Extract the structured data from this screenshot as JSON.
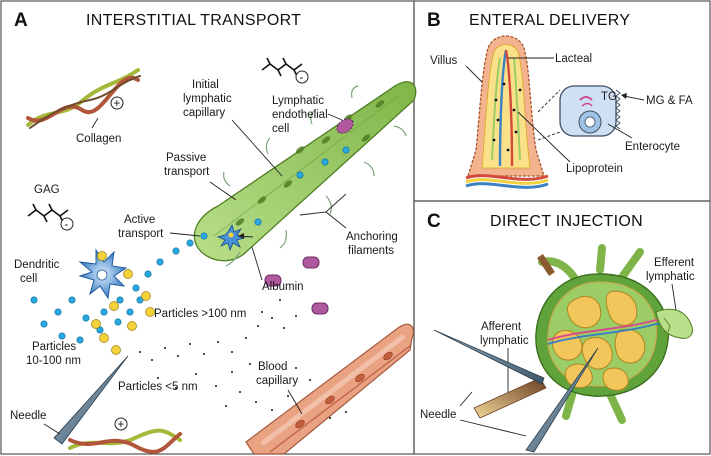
{
  "colors": {
    "lymph_green": "#9ccc65",
    "lymph_dark": "#5a8f2a",
    "blood_red": "#e08a6a",
    "particle_blue": "#29a8df",
    "particle_yellow": "#f4d23c",
    "albumin_purple": "#b0599e",
    "border": "#555555"
  },
  "panels": {
    "a": {
      "letter": "A",
      "title": "INTERSTITIAL TRANSPORT",
      "labels": {
        "collagen": "Collagen",
        "initial_1": "Initial",
        "initial_2": "lymphatic",
        "initial_3": "capillary",
        "endo_1": "Lymphatic",
        "endo_2": "endothelial",
        "endo_3": "cell",
        "passive_1": "Passive",
        "passive_2": "transport",
        "gag": "GAG",
        "active_1": "Active",
        "active_2": "transport",
        "anchor_1": "Anchoring",
        "anchor_2": "filaments",
        "dendritic_1": "Dendritic",
        "dendritic_2": "cell",
        "albumin": "Albumin",
        "p100": "Particles >100 nm",
        "p10_1": "Particles",
        "p10_2": "10-100 nm",
        "p5": "Particles <5 nm",
        "blood_1": "Blood",
        "blood_2": "capillary",
        "needle": "Needle",
        "plus": "+",
        "minus": "-"
      }
    },
    "b": {
      "letter": "B",
      "title": "ENTERAL DELIVERY",
      "labels": {
        "villus": "Villus",
        "lacteal": "Lacteal",
        "tg": "TG",
        "mgfa": "MG & FA",
        "enterocyte": "Enterocyte",
        "lipoprotein": "Lipoprotein"
      }
    },
    "c": {
      "letter": "C",
      "title": "DIRECT INJECTION",
      "labels": {
        "efferent_1": "Efferent",
        "efferent_2": "lymphatic",
        "afferent_1": "Afferent",
        "afferent_2": "lymphatic",
        "needle": "Needle"
      }
    }
  }
}
